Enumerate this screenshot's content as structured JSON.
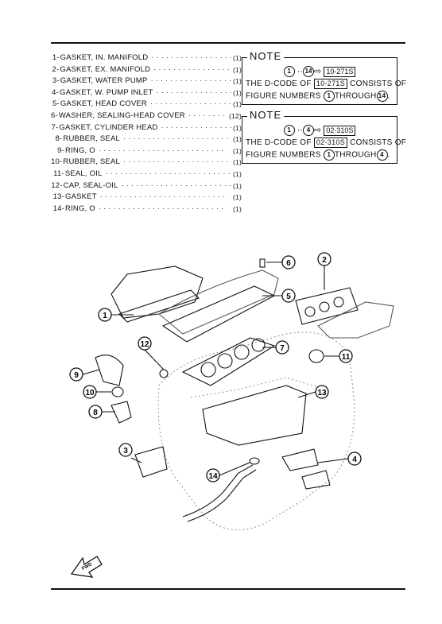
{
  "parts": [
    {
      "num": "1-",
      "name": "GASKET, IN. MANIFOLD",
      "qty": "(1)"
    },
    {
      "num": "2-",
      "name": "GASKET, EX. MANIFOLD",
      "qty": "(1)"
    },
    {
      "num": "3-",
      "name": "GASKET, WATER PUMP",
      "qty": "(1)"
    },
    {
      "num": "4-",
      "name": "GASKET, W. PUMP INLET",
      "qty": "(1)"
    },
    {
      "num": "5-",
      "name": "GASKET, HEAD COVER",
      "qty": "(1)"
    },
    {
      "num": "6-",
      "name": "WASHER, SEALING-HEAD COVER",
      "qty": "(12)"
    },
    {
      "num": "7-",
      "name": "GASKET, CYLINDER HEAD",
      "qty": "(1)"
    },
    {
      "num": "8-",
      "name": "RUBBER, SEAL",
      "qty": "(1)"
    },
    {
      "num": "9-",
      "name": "RING, O",
      "qty": "(1)"
    },
    {
      "num": "10-",
      "name": "RUBBER, SEAL",
      "qty": "(1)"
    },
    {
      "num": "11-",
      "name": "SEAL, OIL",
      "qty": "(1)"
    },
    {
      "num": "12-",
      "name": "CAP, SEAL-OIL",
      "qty": "(1)"
    },
    {
      "num": "13-",
      "name": "GASKET",
      "qty": "(1)"
    },
    {
      "num": "14-",
      "name": "RING, O",
      "qty": "(1)"
    }
  ],
  "notes": [
    {
      "title": "NOTE",
      "from": "1",
      "to": "14",
      "code": "10-271S",
      "line_pre": "THE D-CODE OF",
      "line_post": "CONSISTS OF",
      "line3_pre": "FIGURE NUMBERS",
      "line3_mid": "THROUGH"
    },
    {
      "title": "NOTE",
      "from": "1",
      "to": "4",
      "code": "02-310S",
      "line_pre": "THE D-CODE OF",
      "line_post": "CONSISTS OF",
      "line3_pre": "FIGURE NUMBERS",
      "line3_mid": "THROUGH"
    }
  ],
  "callouts": [
    "1",
    "2",
    "3",
    "4",
    "5",
    "6",
    "7",
    "8",
    "9",
    "10",
    "11",
    "12",
    "13",
    "14"
  ],
  "fwd_label": "FWD"
}
